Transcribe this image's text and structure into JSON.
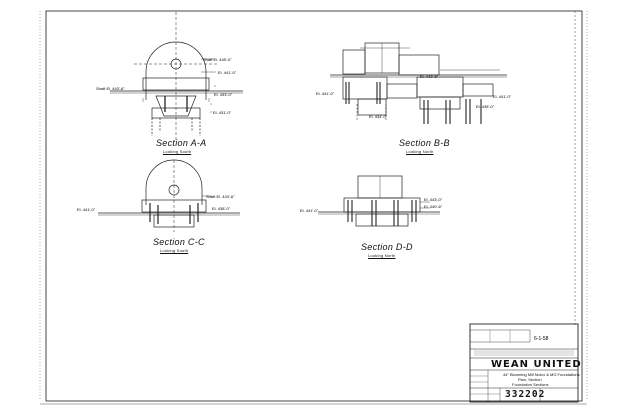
{
  "sections": [
    {
      "id": "a",
      "title": "Section A-A",
      "subtitle": "Looking South"
    },
    {
      "id": "b",
      "title": "Section B-B",
      "subtitle": "Looking North"
    },
    {
      "id": "c",
      "title": "Section C-C",
      "subtitle": "Looking South"
    },
    {
      "id": "d",
      "title": "Section D-D",
      "subtitle": "Looking North"
    }
  ],
  "elevations": {
    "a": [
      "Shaft El. 445'-0\"",
      "El. 441'-0\"",
      "Shaft El. 443'-6\"",
      "El. 433'-0\"",
      "El. 431'-0\""
    ],
    "b": [
      "El. 443'-6\"",
      "El. 441'-0\"",
      "El. 441'-0\"",
      "El. 438'-0\"",
      "El. 434'-0\""
    ],
    "c": [
      "Shaft El. 443'-6\"",
      "El. 441'-0\"",
      "El. 438'-0\""
    ],
    "d": [
      "El. 441'-0\"",
      "El. 443'-0\"",
      "El. 440'-6\""
    ]
  },
  "title_block": {
    "company": "WEAN UNITED",
    "description_lines": [
      "44\" Blooming Mill Motor & MG Foundations",
      "Plan, Section",
      "Foundation Sections"
    ],
    "drawing_number": "332202",
    "revision": "6-1-58"
  }
}
